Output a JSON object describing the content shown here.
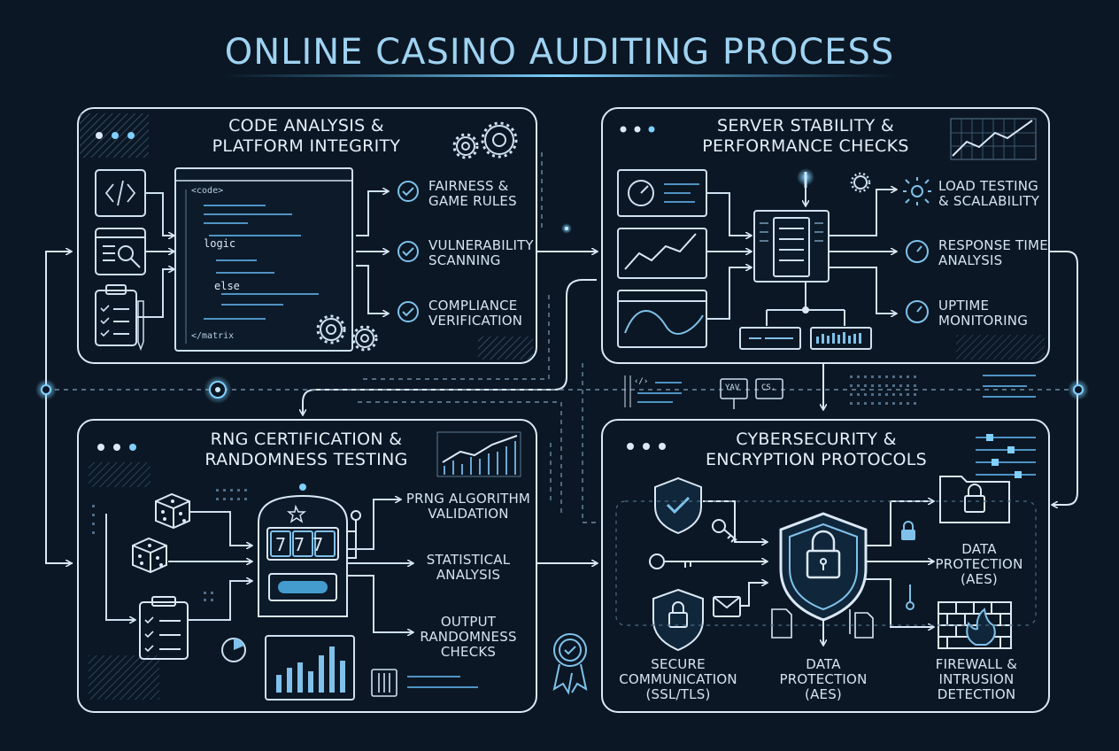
{
  "title": "ONLINE CASINO AUDITING PROCESS",
  "panels": {
    "code": {
      "title_line1": "CODE ANALYSIS &",
      "title_line2": "PLATFORM INTEGRITY",
      "code_text": {
        "open": "<code>",
        "logic": "logic",
        "else": "else",
        "close": "</matrix"
      },
      "items": [
        "FAIRNESS &\nGAME RULES",
        "VULNERABILITY\nSCANNING",
        "COMPLIANCE\nVERIFICATION"
      ]
    },
    "server": {
      "title_line1": "SERVER STABILITY &",
      "title_line2": "PERFORMANCE CHECKS",
      "items": [
        "LOAD TESTING\n& SCALABILITY",
        "RESPONSE TIME\nANALYSIS",
        "UPTIME\nMONITORING"
      ]
    },
    "rng": {
      "title_line1": "RNG CERTIFICATION &",
      "title_line2": "RANDOMNESS TESTING",
      "slot_reels": "777",
      "items": [
        "PRNG ALGORITHM\nVALIDATION",
        "STATISTICAL\nANALYSIS",
        "OUTPUT\nRANDOMNESS\nCHECKS"
      ]
    },
    "cyber": {
      "title_line1": "CYBERSECURITY &",
      "title_line2": "ENCRYPTION PROTOCOLS",
      "items": {
        "data_protection_right": "DATA\nPROTECTION\n(AES)",
        "secure_communication": "SECURE\nCOMMUNICATION\n(SSL/TLS)",
        "data_protection_center": "DATA\nPROTECTION\n(AES)",
        "firewall": "FIREWALL &\nINTRUSION\nDETECTION"
      }
    }
  },
  "connector_chips": [
    "‹/›",
    "YAV",
    "CS."
  ],
  "colors": {
    "background": "#0b1724",
    "accent": "#4fb3ea",
    "line": "#cfe0f0",
    "panel_stroke": "#dbe8f5"
  }
}
